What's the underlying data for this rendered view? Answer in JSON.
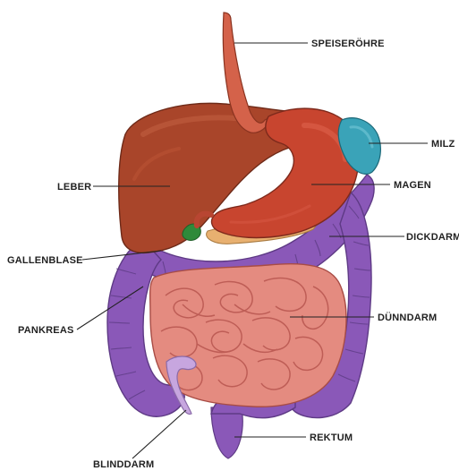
{
  "labels": {
    "speiseroehre": "SPEISERÖHRE",
    "milz": "MILZ",
    "leber": "LEBER",
    "magen": "MAGEN",
    "dickdarm": "DICKDARM",
    "gallenblase": "GALLENBLASE",
    "pankreas": "PANKREAS",
    "duenndarm": "DÜNNDARM",
    "rektum": "REKTUM",
    "blinddarm": "BLINDDARM"
  },
  "colors": {
    "liver": "#a9452a",
    "stomach": "#c8452f",
    "spleen": "#3aa3b8",
    "gallbladder": "#2f8a3a",
    "large_intestine": "#8a58b8",
    "small_intestine": "#e48b80",
    "esophagus": "#d4624a",
    "appendix": "#c7a6df",
    "leader_line": "#222222"
  }
}
